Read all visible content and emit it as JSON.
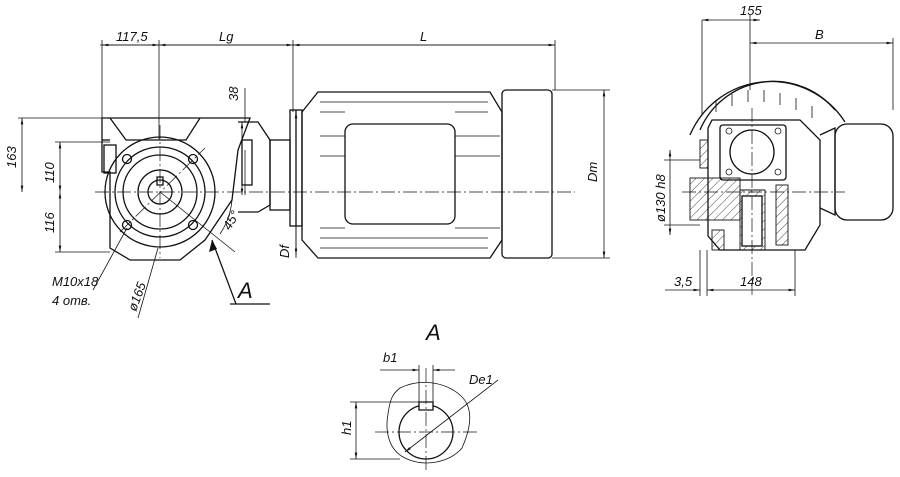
{
  "dimensions": {
    "d117": "117,5",
    "lg": "Lg",
    "l": "L",
    "d155": "155",
    "b": "B",
    "d38": "38",
    "d163": "163",
    "d110": "110",
    "d116": "116",
    "dm": "Dm",
    "df": "Df",
    "d130": "ø130 h8",
    "d35": "3,5",
    "d148": "148",
    "d165": "ø165",
    "angle45": "45°",
    "thread": "M10x18",
    "holes": "4 отв.",
    "b1": "b1",
    "h1": "h1",
    "de1": "De1"
  },
  "views": {
    "marker_a": "A",
    "section_a_title": "A"
  }
}
